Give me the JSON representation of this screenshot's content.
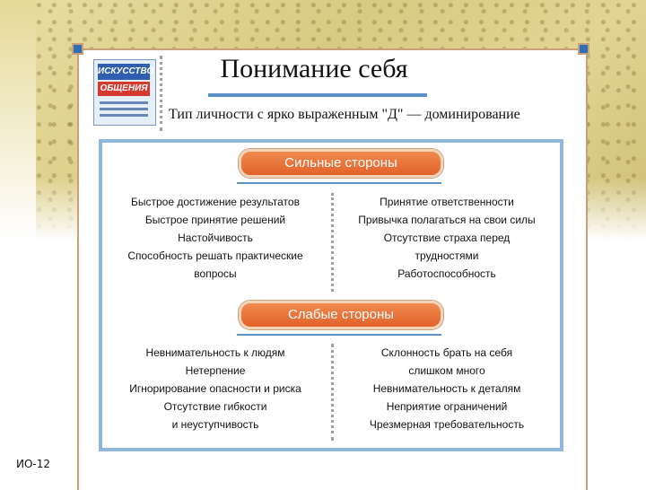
{
  "logo": {
    "line1": "ИСКУССТВО",
    "line2": "ОБЩЕНИЯ"
  },
  "title": "Понимание себя",
  "subtitle": "Тип личности с ярко выраженным \"Д\" — доминирование",
  "strengths": {
    "heading": "Сильные стороны",
    "left": [
      "Быстрое достижение результатов",
      "Быстрое принятие решений",
      "Настойчивость",
      "Способность решать практические",
      "вопросы"
    ],
    "right": [
      "Принятие ответственности",
      "Привычка полагаться на свои силы",
      "Отсутствие страха перед",
      "трудностями",
      "Работоспособность"
    ]
  },
  "weaknesses": {
    "heading": "Слабые стороны",
    "left": [
      "Невнимательность к людям",
      "Нетерпение",
      "Игнорирование опасности и риска",
      "Отсутствие гибкости",
      "и неуступчивость"
    ],
    "right": [
      "Склонность брать на себя",
      "слишком много",
      "Невнимательность к деталям",
      "Неприятие ограничений",
      "Чрезмерная требовательность"
    ]
  },
  "footer_code": "ИО-12",
  "colors": {
    "accent_blue": "#5b90c9",
    "pill_orange": "#e2622a",
    "panel_border": "#8fb7de"
  }
}
